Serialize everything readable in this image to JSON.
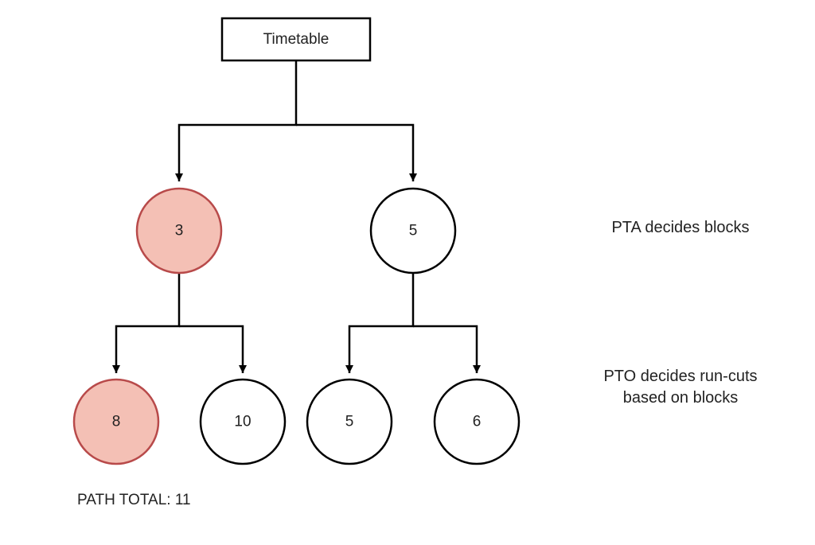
{
  "root": {
    "label": "Timetable"
  },
  "nodes": {
    "level1_left": {
      "value": "3",
      "highlighted": true
    },
    "level1_right": {
      "value": "5",
      "highlighted": false
    },
    "level2_ll": {
      "value": "8",
      "highlighted": true
    },
    "level2_lr": {
      "value": "10",
      "highlighted": false
    },
    "level2_rl": {
      "value": "5",
      "highlighted": false
    },
    "level2_rr": {
      "value": "6",
      "highlighted": false
    }
  },
  "labels": {
    "pta": "PTA decides blocks",
    "pto_line1": "PTO decides run-cuts",
    "pto_line2": "based on blocks",
    "path_total": "PATH TOTAL: 11"
  },
  "colors": {
    "highlight_fill": "#f4c0b5",
    "highlight_stroke": "#b84a4a",
    "stroke": "#000000",
    "node_fill": "#ffffff"
  }
}
